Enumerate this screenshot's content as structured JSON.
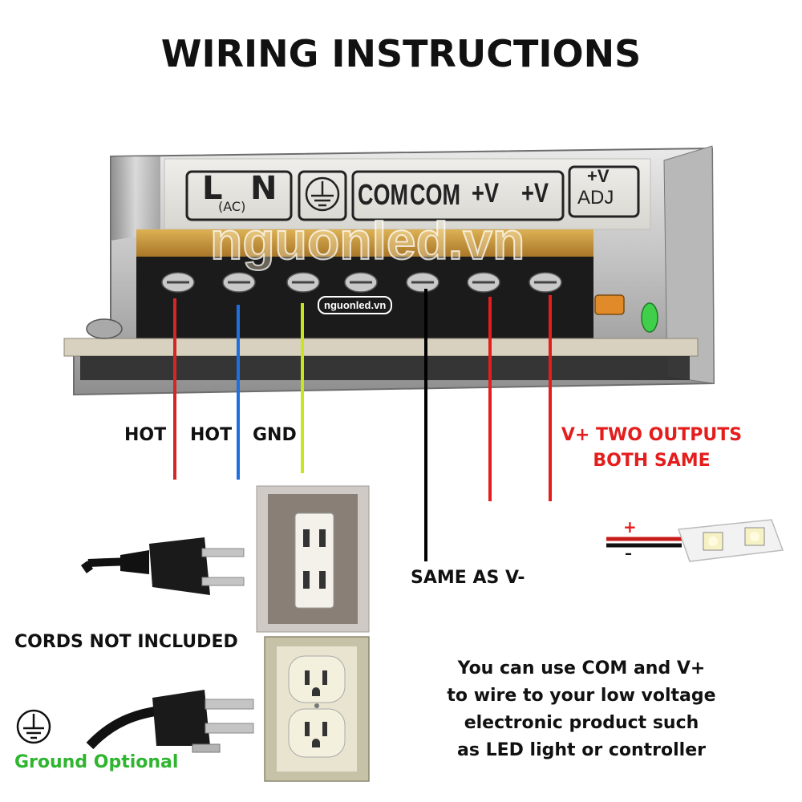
{
  "title": "WIRING INSTRUCTIONS",
  "terminal_labels": {
    "l": "L",
    "n": "N",
    "ac": "(AC)",
    "com1": "COM",
    "com2": "COM",
    "v1": "+V",
    "v2": "+V",
    "adj_top": "+V",
    "adj_bottom": "ADJ"
  },
  "watermark_large": "nguonled.vn",
  "watermark_small": "nguonled.vn",
  "labels": {
    "hot1": "HOT",
    "hot2": "HOT",
    "gnd": "GND",
    "v_plus_line1": "V+ TWO OUTPUTS",
    "v_plus_line2": "BOTH SAME",
    "same_as": "SAME AS V-",
    "cords": "CORDS NOT INCLUDED",
    "ground_optional": "Ground Optional",
    "strip_plus": "+",
    "strip_minus": "–"
  },
  "note_lines": [
    "You can use COM and V+",
    "to wire to your low voltage",
    "electronic product such",
    "as LED light or controller"
  ],
  "colors": {
    "hot1_wire": "#d42626",
    "hot2_wire": "#1e6fe0",
    "gnd_wire": "#c8e61e",
    "com_wire": "#000000",
    "v_wire": "#e41d1d",
    "accent_red": "#e41d1d",
    "accent_green": "#2fb52f"
  },
  "icons": [
    "ground-symbol-icon",
    "two-prong-plug-icon",
    "three-prong-plug-icon",
    "two-slot-outlet-icon",
    "three-slot-outlet-icon",
    "led-strip-icon"
  ]
}
